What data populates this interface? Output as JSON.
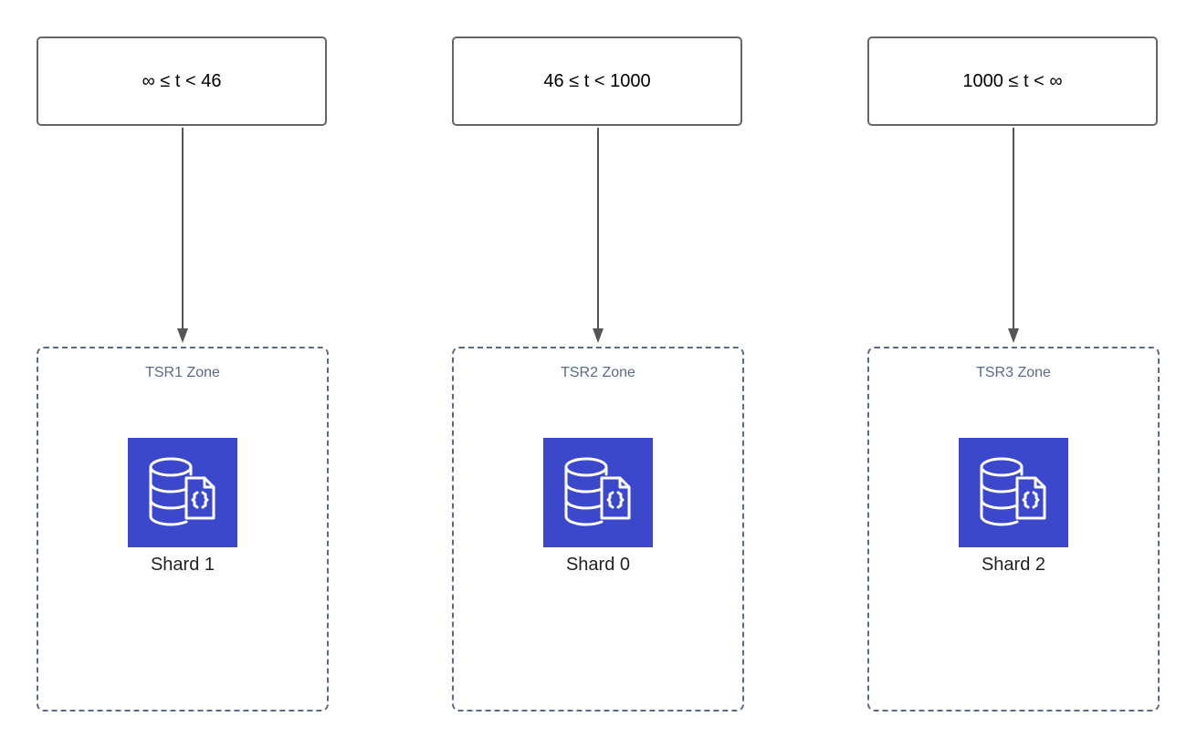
{
  "ranges": [
    {
      "label": "∞ ≤ t < 46"
    },
    {
      "label": "46 ≤ t < 1000"
    },
    {
      "label": "1000 ≤ t < ∞"
    }
  ],
  "zones": [
    {
      "label": "TSR1 Zone",
      "shard": "Shard 1",
      "icon": "database-document-icon"
    },
    {
      "label": "TSR2 Zone",
      "shard": "Shard 0",
      "icon": "database-document-icon"
    },
    {
      "label": "TSR3 Zone",
      "shard": "Shard 2",
      "icon": "database-document-icon"
    }
  ],
  "colors": {
    "box_border": "#666666",
    "zone_border": "#5a6b87",
    "shard_fill": "#3b48cc",
    "arrow": "#555555"
  }
}
